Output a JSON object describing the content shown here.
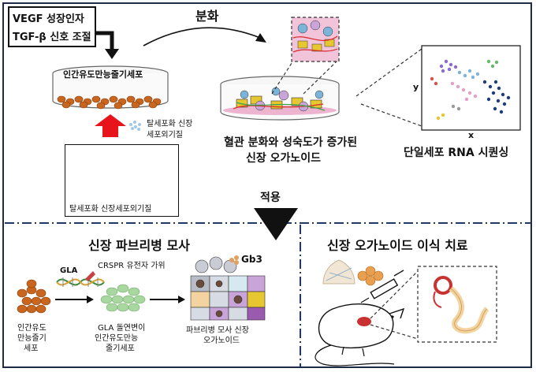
{
  "top": {
    "factors_line1": "VEGF 성장인자",
    "factors_line2": "TGF-β 신호 조절",
    "differentiation": "분화",
    "ipsc_dish": "인간유도만능줄기세포",
    "decell_ecm_small_line1": "탈세포화 신장",
    "decell_ecm_small_line2": "세포외기질",
    "decell_ecm_box": "탈세포화 신장세포외기질",
    "organoid_line1": "혈관 분화와 성숙도가 증가된",
    "organoid_line2": "신장 오가노이드",
    "scrna": "단일세포 RNA 시퀀싱",
    "axis_y": "y",
    "axis_x": "x"
  },
  "apply": "적용",
  "bottom_left": {
    "title": "신장 파브리병 모사",
    "gb3": "Gb3",
    "gla": "GLA",
    "crispr": "CRSPR 유전자 가위",
    "ipsc_line1": "인간유도",
    "ipsc_line2": "만능줄기",
    "ipsc_line3": "세포",
    "mutant_line1": "GLA 돌연변이",
    "mutant_line2": "인간유도만능",
    "mutant_line3": "줄기세포",
    "model_line1": "파브리병 모사 신장",
    "model_line2": "오가노이드"
  },
  "bottom_right": {
    "title": "신장 오가노이드 이식 치료"
  },
  "colors": {
    "frame": "#1f2a44",
    "divider": "#1f3864",
    "red_arrow": "#e8141c",
    "cell_orange": "#c8651e",
    "cell_green": "#a8d8a0",
    "dish_pink": "#e9a7c6"
  }
}
